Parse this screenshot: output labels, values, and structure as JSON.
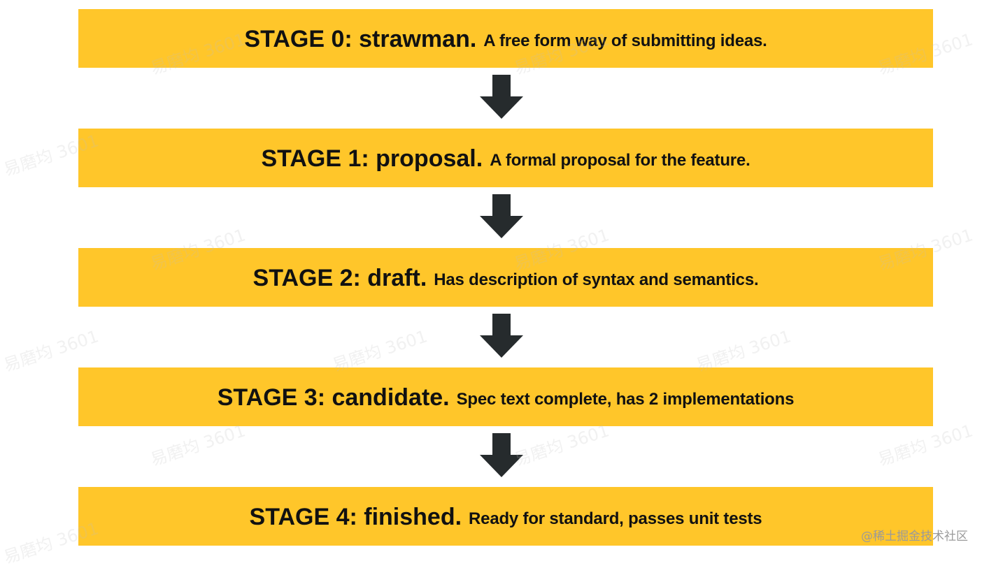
{
  "stages": [
    {
      "name": "STAGE 0: strawman.",
      "description": "A free form way of submitting ideas."
    },
    {
      "name": "STAGE 1: proposal.",
      "description": "A formal proposal for the feature."
    },
    {
      "name": "STAGE 2: draft.",
      "description": "Has description of syntax and semantics."
    },
    {
      "name": "STAGE 3: candidate.",
      "description": "Spec text complete, has 2 implementations"
    },
    {
      "name": "STAGE 4: finished.",
      "description": "Ready for standard, passes unit tests"
    }
  ],
  "watermark_text": "易磨均 3601",
  "site_credit": "@稀土掘金技术社区",
  "colors": {
    "stage_fill": "#ffc62a",
    "arrow_fill": "#262b2d",
    "text": "#111111"
  },
  "icons": {
    "arrow": "down-arrow-icon"
  }
}
